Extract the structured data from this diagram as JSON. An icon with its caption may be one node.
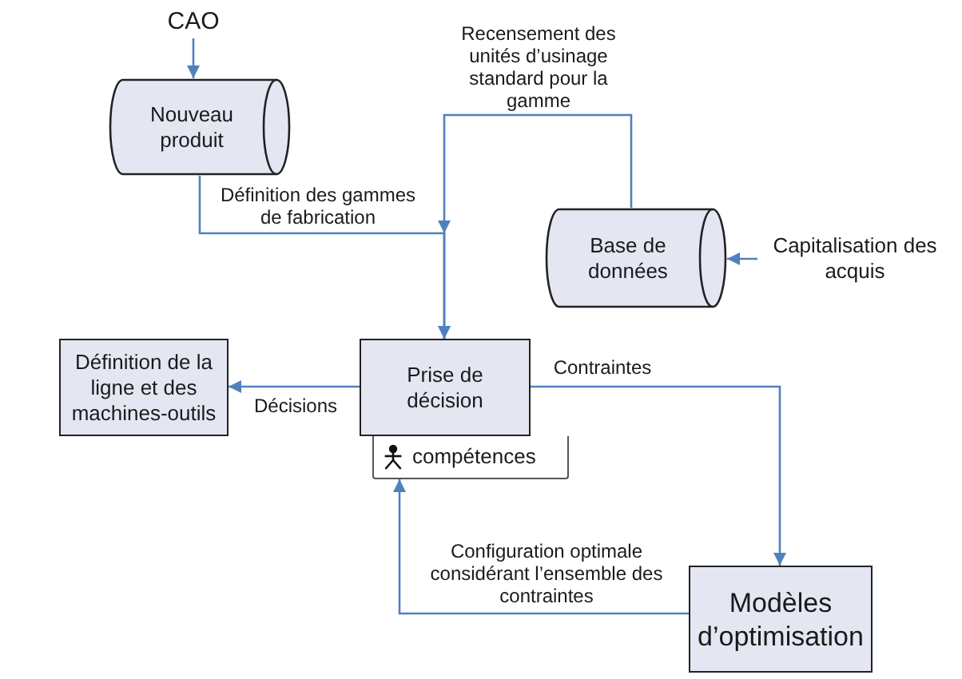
{
  "diagram": {
    "nodes": [
      {
        "text": [
          "CAO"
        ]
      },
      {
        "text": [
          "Nouveau produit"
        ]
      },
      {
        "text": [
          "Base de données"
        ]
      },
      {
        "text": [
          "Capitalisation des acquis"
        ]
      },
      {
        "text": [
          "Définition de la ligne et des machines-outils"
        ]
      },
      {
        "text": [
          "Prise de décision"
        ]
      },
      {
        "text": [
          "compétences"
        ]
      },
      {
        "text": [
          "Modèles d’optimisation"
        ]
      }
    ],
    "edges": [
      {
        "from": 0,
        "to": 1,
        "arrow": "to"
      },
      {
        "from": 1,
        "to": 5,
        "arrow": "to",
        "label": "Définition des gammes de fabrication"
      },
      {
        "from": 2,
        "to": 5,
        "arrow": "to",
        "label": "Recensement des unités d’usinage standard pour la gamme"
      },
      {
        "from": 3,
        "to": 2,
        "arrow": "to"
      },
      {
        "from": 5,
        "to": 4,
        "arrow": "to",
        "label": "Décisions"
      },
      {
        "from": 5,
        "to": 7,
        "arrow": "to",
        "label": "Contraintes"
      },
      {
        "from": 7,
        "to": 6,
        "arrow": "to",
        "label": "Configuration optimale considérant l’ensemble des contraintes"
      }
    ]
  }
}
